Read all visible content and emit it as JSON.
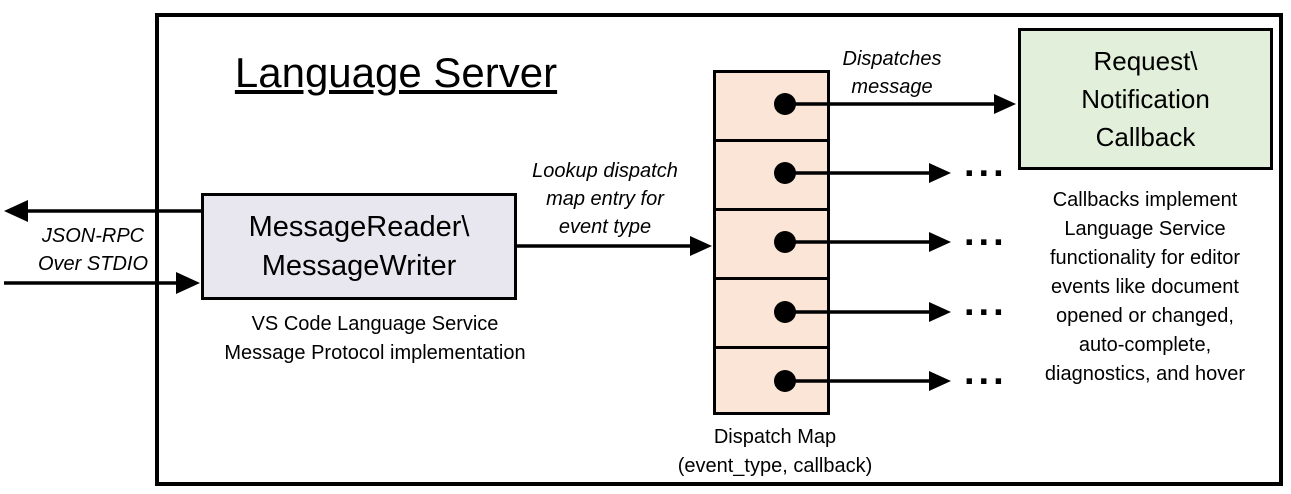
{
  "title": "Language Server",
  "reader": {
    "line1": "MessageReader\\",
    "line2": "MessageWriter",
    "caption1": "VS Code Language Service",
    "caption2": "Message Protocol implementation"
  },
  "left_label": {
    "line1": "JSON-RPC",
    "line2": "Over STDIO"
  },
  "lookup_label": {
    "line1": "Lookup dispatch",
    "line2": "map entry for",
    "line3": "event type"
  },
  "dispatches_label": {
    "line1": "Dispatches",
    "line2": "message"
  },
  "dispatch_map": {
    "label1": "Dispatch Map",
    "label2": "(event_type, callback)",
    "row_count": 5
  },
  "callback": {
    "line1": "Request\\",
    "line2": "Notification",
    "line3": "Callback"
  },
  "note": {
    "lines": [
      "Callbacks implement",
      "Language Service",
      "functionality for editor",
      "events like document",
      "opened or changed,",
      "auto-complete,",
      "diagnostics, and hover"
    ]
  },
  "ellipsis": "...",
  "colors": {
    "reader_fill": "#e8e7ef",
    "dispatch_fill": "#fbe5d6",
    "callback_fill": "#e2efda",
    "line": "#000000",
    "background": "#ffffff"
  }
}
